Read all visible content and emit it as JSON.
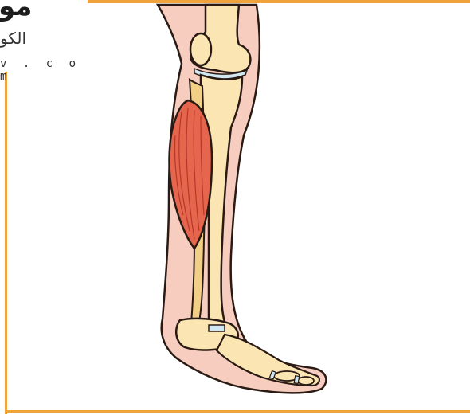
{
  "brand": {
    "logo_text": "مو",
    "arabic_text": "الكو",
    "domain_text": "v . c o m"
  },
  "colors": {
    "frame": "#f0a33a",
    "skin": "#f7cdbf",
    "skin_outline": "#2a1a14",
    "bone": "#fbe6b3",
    "bone_shade": "#f1cf86",
    "cartilage": "#cfe8f3",
    "muscle": "#e5654d",
    "muscle_fiber": "#b5382a"
  },
  "illustration": {
    "subject": "leg-anatomy",
    "highlighted_part": "calf-muscle"
  }
}
